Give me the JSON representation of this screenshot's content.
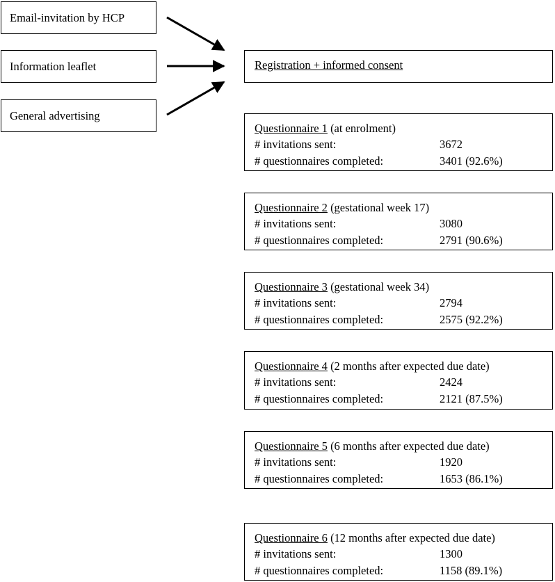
{
  "sources": [
    {
      "label": "Email-invitation by HCP"
    },
    {
      "label": "Information leaflet"
    },
    {
      "label": "General advertising"
    }
  ],
  "registration": {
    "title": "Registration + informed consent"
  },
  "metric_labels": {
    "invitations": "# invitations sent:",
    "completed": "# questionnaires completed:"
  },
  "stages": [
    {
      "name": "Questionnaire 1",
      "timing": " (at enrolment)",
      "invitations_sent": "3672",
      "questionnaires_completed": "3401 (92.6%)"
    },
    {
      "name": "Questionnaire 2",
      "timing": " (gestational week 17)",
      "invitations_sent": "3080",
      "questionnaires_completed": "2791 (90.6%)"
    },
    {
      "name": "Questionnaire 3",
      "timing": " (gestational week 34)",
      "invitations_sent": "2794",
      "questionnaires_completed": "2575 (92.2%)"
    },
    {
      "name": "Questionnaire 4",
      "timing": " (2 months after expected due date)",
      "invitations_sent": "2424",
      "questionnaires_completed": "2121 (87.5%)"
    },
    {
      "name": "Questionnaire 5",
      "timing": " (6 months after expected due date)",
      "invitations_sent": "1920",
      "questionnaires_completed": "1653 (86.1%)"
    },
    {
      "name": "Questionnaire 6",
      "timing": " (12 months after expected due date)",
      "invitations_sent": "1300",
      "questionnaires_completed": "1158 (89.1%)"
    }
  ],
  "arrows": [
    {
      "name": "arrow-email-to-registration"
    },
    {
      "name": "arrow-leaflet-to-registration"
    },
    {
      "name": "arrow-advertising-to-registration"
    }
  ],
  "colors": {
    "stroke": "#000000",
    "background": "#ffffff",
    "text": "#000000"
  }
}
